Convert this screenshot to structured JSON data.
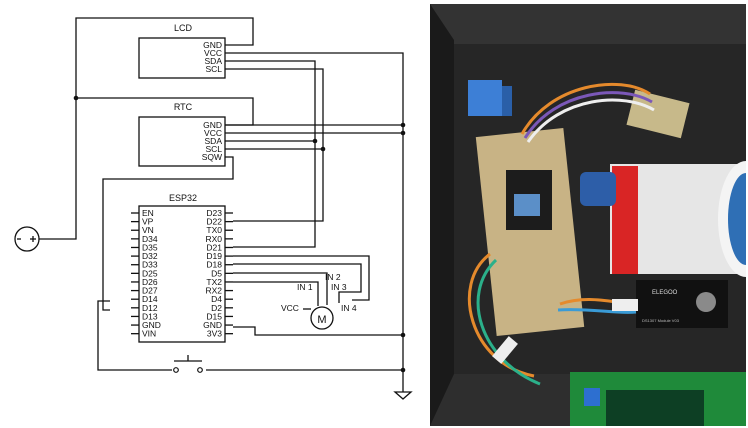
{
  "schematic": {
    "lcd": {
      "title": "LCD",
      "pins": [
        "GND",
        "VCC",
        "SDA",
        "SCL"
      ]
    },
    "rtc": {
      "title": "RTC",
      "pins": [
        "GND",
        "VCC",
        "SDA",
        "SCL",
        "SQW"
      ]
    },
    "esp32": {
      "title": "ESP32",
      "left_pins": [
        "EN",
        "VP",
        "VN",
        "D34",
        "D35",
        "D32",
        "D33",
        "D25",
        "D26",
        "D27",
        "D14",
        "D12",
        "D13",
        "GND",
        "VIN"
      ],
      "right_pins": [
        "D23",
        "D22",
        "TX0",
        "RX0",
        "D21",
        "D19",
        "D18",
        "D5",
        "TX2",
        "RX2",
        "D4",
        "D2",
        "D15",
        "GND",
        "3V3"
      ]
    },
    "motor": {
      "label": "M",
      "vcc_label": "VCC",
      "inputs": [
        "IN 1",
        "IN 2",
        "IN 3",
        "IN 4"
      ]
    }
  },
  "photo": {
    "rtc_module_text": "ELEGOO",
    "rtc_module_subtext": "DS1307 Module V03"
  }
}
